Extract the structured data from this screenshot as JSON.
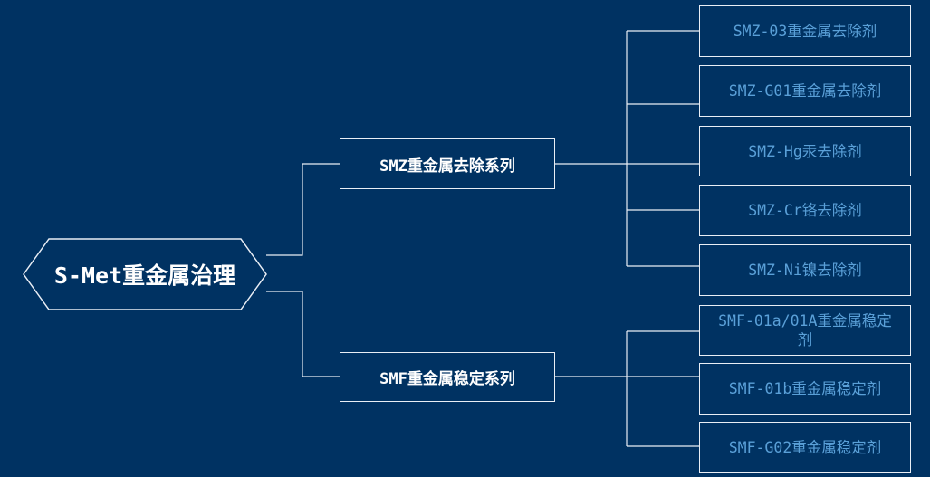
{
  "diagram": {
    "root": {
      "label": "S-Met重金属治理"
    },
    "branches": [
      {
        "label": "SMZ重金属去除系列",
        "children": [
          "SMZ-03重金属去除剂",
          "SMZ-G01重金属去除剂",
          "SMZ-Hg汞去除剂",
          "SMZ-Cr铬去除剂",
          "SMZ-Ni镍去除剂"
        ]
      },
      {
        "label": "SMF重金属稳定系列",
        "children": [
          "SMF-01a/01A重金属稳定剂",
          "SMF-01b重金属稳定剂",
          "SMF-G02重金属稳定剂"
        ]
      }
    ]
  },
  "colors": {
    "background": "#003262",
    "line": "#e9eef5",
    "root_text": "#ffffff",
    "branch_text": "#ffffff",
    "leaf_text": "#5aa0d8"
  }
}
